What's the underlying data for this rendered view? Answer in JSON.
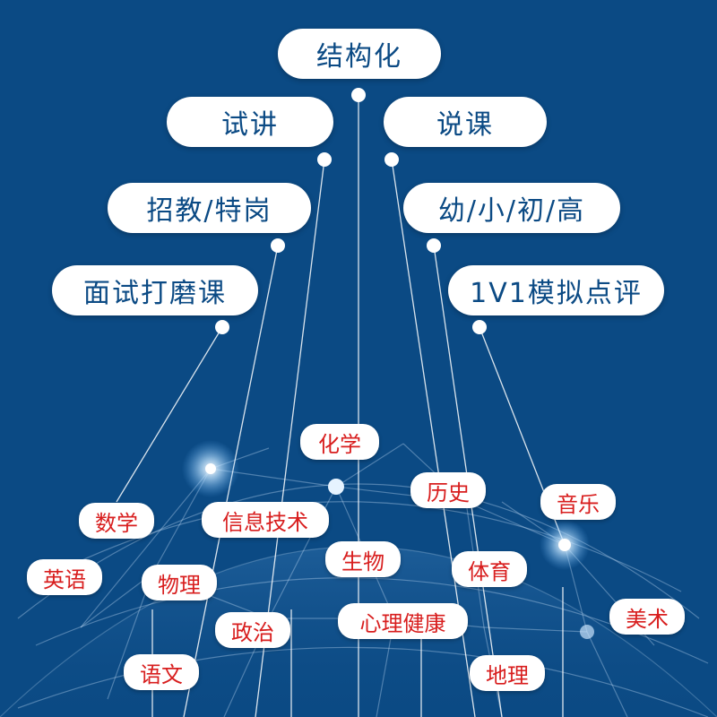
{
  "colors": {
    "background": "#0b4a84",
    "pill_text": "#0b4a84",
    "tag_text": "#d81e1e",
    "line": "#ffffff"
  },
  "top_labels": {
    "structured": "结构化",
    "lecture": "试讲",
    "explain": "说课",
    "recruit": "招教/特岗",
    "levels": "幼/小/初/高",
    "interview": "面试打磨课",
    "review": "1V1模拟点评"
  },
  "subjects": {
    "chemistry": "化学",
    "history": "历史",
    "music": "音乐",
    "math": "数学",
    "it": "信息技术",
    "biology": "生物",
    "pe": "体育",
    "english": "英语",
    "physics": "物理",
    "politics": "政治",
    "psychology": "心理健康",
    "art": "美术",
    "chinese": "语文",
    "geography": "地理"
  }
}
